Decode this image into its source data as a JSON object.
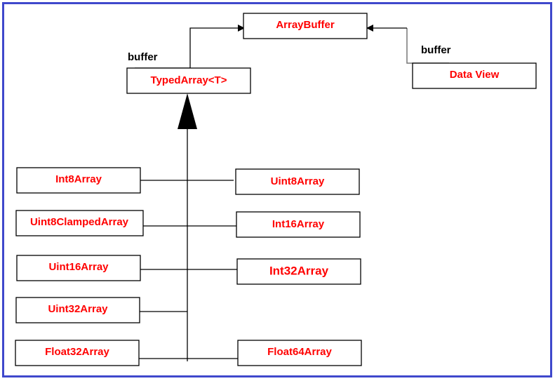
{
  "diagram": {
    "colors": {
      "frame": "#3f48cc",
      "label": "#ff0000",
      "text": "#000000"
    },
    "nodes": {
      "array_buffer": "ArrayBuffer",
      "typed_array": "TypedArray<T>",
      "data_view": "Data View",
      "int8": "Int8Array",
      "uint8": "Uint8Array",
      "uint8_clamped": "Uint8ClampedArray",
      "int16": "Int16Array",
      "uint16": "Uint16Array",
      "int32": "Int32Array",
      "uint32": "Uint32Array",
      "float32": "Float32Array",
      "float64": "Float64Array"
    },
    "edge_labels": {
      "typed_buffer": "buffer",
      "dataview_buffer": "buffer"
    }
  }
}
